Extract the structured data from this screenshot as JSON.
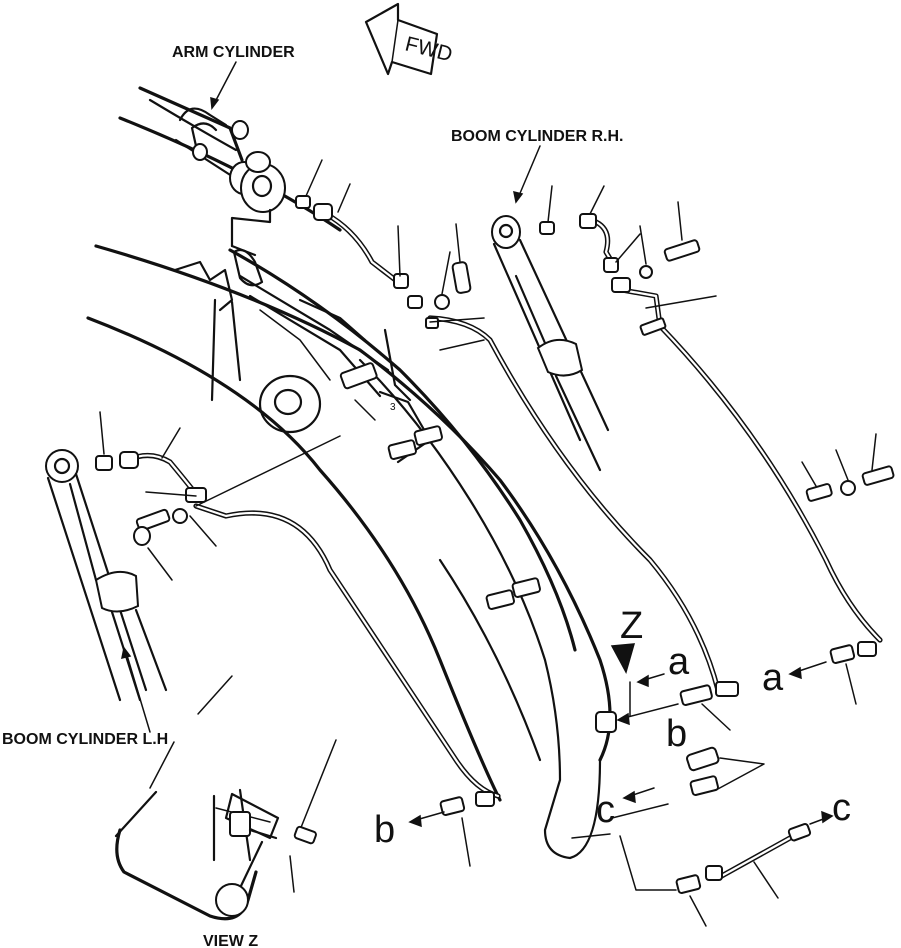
{
  "labels": {
    "arm_cylinder": "ARM CYLINDER",
    "boom_cylinder_rh": "BOOM CYLINDER  R.H.",
    "boom_cylinder_lh": "BOOM CYLINDER L.H",
    "view_z": "VIEW Z",
    "fwd": "FWD"
  },
  "markers": {
    "z": "Z",
    "a_left": "a",
    "a_right": "a",
    "b_left": "b",
    "b_right": "b",
    "c_left": "c",
    "c_right": "c"
  }
}
